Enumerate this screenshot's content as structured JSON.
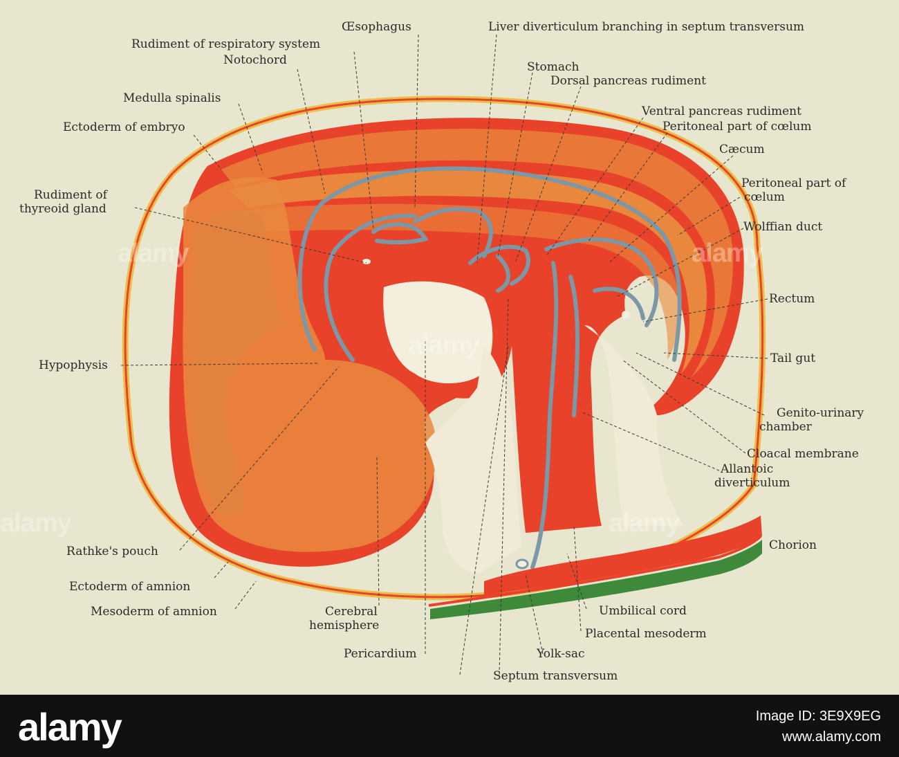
{
  "labels": {
    "oesophagus": "Œsophagus",
    "liver_diverticulum": "Liver diverticulum branching in septum transversum",
    "rudiment_respiratory": "Rudiment of respiratory system",
    "notochord": "Notochord",
    "stomach": "Stomach",
    "dorsal_pancreas": "Dorsal pancreas rudiment",
    "medulla_spinalis": "Medulla spinalis",
    "ventral_pancreas": "Ventral pancreas rudiment",
    "ectoderm_embryo": "Ectoderm of embryo",
    "peritoneal_coelum_1": "Peritoneal part of cœlum",
    "caecum": "Cæcum",
    "rudiment_of": "Rudiment of",
    "thyreoid_gland": "thyreoid gland",
    "peritoneal_of": "Peritoneal part of",
    "coelum": "cœlum",
    "wolffian_duct": "Wolffian duct",
    "rectum": "Rectum",
    "hypophysis": "Hypophysis",
    "tail_gut": "Tail gut",
    "genito_urinary": "Genito-urinary",
    "chamber": "chamber",
    "cloacal_membrane": "Cloacal membrane",
    "allantoic": "Allantoic",
    "diverticulum": "diverticulum",
    "chorion": "Chorion",
    "rathkes_pouch": "Rathke's pouch",
    "ectoderm_amnion": "Ectoderm of amnion",
    "mesoderm_amnion": "Mesoderm of amnion",
    "cerebral": "Cerebral",
    "hemisphere": "hemisphere",
    "umbilical_cord": "Umbilical cord",
    "placental_mesoderm": "Placental mesoderm",
    "pericardium": "Pericardium",
    "yolk_sac": "Yolk-sac",
    "septum_transversum": "Septum transversum"
  },
  "watermark": "alamy",
  "footer": {
    "logo": "alamy",
    "image_id": "Image ID: 3E9X9EG",
    "site": "www.alamy.com"
  },
  "colors": {
    "background": "#e8e6ce",
    "tissue_red": "#e8432a",
    "tissue_orange": "#e98a3e",
    "gut_blue": "#7c97a6",
    "chorion_green": "#3e8a3a",
    "amnion_yellow": "#e9bf4a"
  }
}
